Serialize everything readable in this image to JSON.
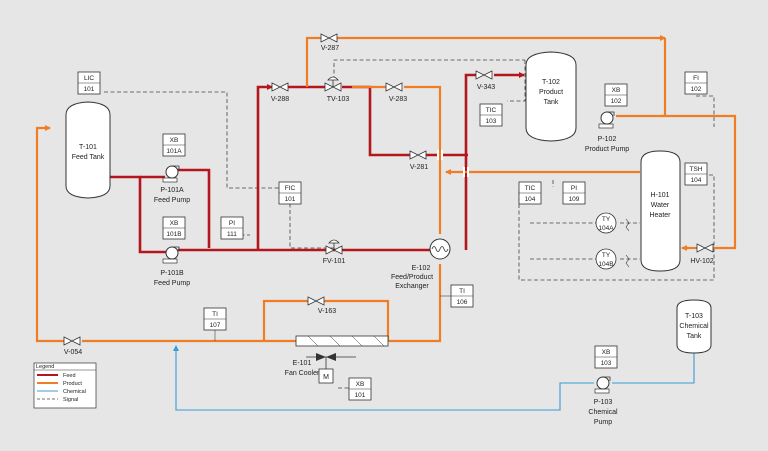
{
  "equipment": {
    "t101": {
      "tag": "T-101",
      "name": "Feed Tank"
    },
    "t102": {
      "tag": "T-102",
      "name1": "Product",
      "name2": "Tank"
    },
    "t103": {
      "tag": "T-103",
      "name1": "Chemical",
      "name2": "Tank"
    },
    "h101": {
      "tag": "H-101",
      "name1": "Water",
      "name2": "Heater"
    },
    "e101": {
      "tag": "E-101",
      "name": "Fan Cooler"
    },
    "e102": {
      "tag": "E-102",
      "name1": "Feed/Product",
      "name2": "Exchanger"
    },
    "p101a": {
      "tag": "P-101A",
      "name": "Feed Pump"
    },
    "p101b": {
      "tag": "P-101B",
      "name": "Feed Pump"
    },
    "p102": {
      "tag": "P-102",
      "name": "Product Pump"
    },
    "p103": {
      "tag": "P-103",
      "name1": "Chemical",
      "name2": "Pump"
    },
    "motor": {
      "label": "M"
    }
  },
  "instruments": {
    "lic101": {
      "fn": "LIC",
      "num": "101"
    },
    "xb101a": {
      "fn": "XB",
      "num": "101A"
    },
    "xb101b": {
      "fn": "XB",
      "num": "101B"
    },
    "pi111": {
      "fn": "PI",
      "num": "111"
    },
    "fic101": {
      "fn": "FIC",
      "num": "101"
    },
    "tic103": {
      "fn": "TIC",
      "num": "103"
    },
    "xb102": {
      "fn": "XB",
      "num": "102"
    },
    "fi102": {
      "fn": "FI",
      "num": "102"
    },
    "tic104": {
      "fn": "TIC",
      "num": "104"
    },
    "pi109": {
      "fn": "PI",
      "num": "109"
    },
    "tsh104": {
      "fn": "TSH",
      "num": "104"
    },
    "ty104a": {
      "fn": "TY",
      "num": "104A"
    },
    "ty104b": {
      "fn": "TY",
      "num": "104B"
    },
    "ti106": {
      "fn": "TI",
      "num": "106"
    },
    "ti107": {
      "fn": "TI",
      "num": "107"
    },
    "xb101": {
      "fn": "XB",
      "num": "101"
    },
    "xb103": {
      "fn": "XB",
      "num": "103"
    }
  },
  "valves": {
    "v287": "V-287",
    "v288": "V-288",
    "tv103": "TV-103",
    "v283": "V-283",
    "v343": "V-343",
    "v281": "V-281",
    "fv101": "FV-101",
    "v163": "V-163",
    "v054": "V-054",
    "hv102": "HV-102"
  },
  "legend": {
    "title": "Legend",
    "items": [
      {
        "label": "Feed",
        "color": "#b3161c"
      },
      {
        "label": "Product",
        "color": "#f07d26"
      },
      {
        "label": "Chemical",
        "color": "#3a9bd8"
      },
      {
        "label": "Signal",
        "color": "#444444"
      }
    ]
  }
}
